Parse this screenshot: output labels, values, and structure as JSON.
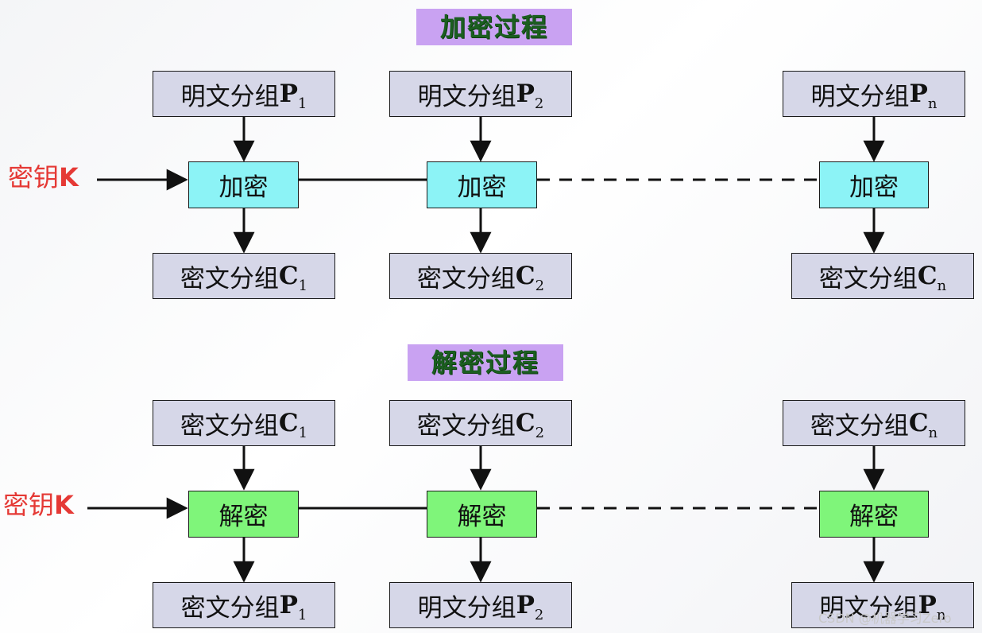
{
  "encryption": {
    "title": "加密过程",
    "key": {
      "label": "密钥",
      "letter": "K"
    },
    "inputs": [
      {
        "label": "明文分组",
        "letter": "P",
        "sub": "1"
      },
      {
        "label": "明文分组",
        "letter": "P",
        "sub": "2"
      },
      {
        "label": "明文分组",
        "letter": "P",
        "sub": "n"
      }
    ],
    "ops": [
      "加密",
      "加密",
      "加密"
    ],
    "outputs": [
      {
        "label": "密文分组",
        "letter": "C",
        "sub": "1"
      },
      {
        "label": "密文分组",
        "letter": "C",
        "sub": "2"
      },
      {
        "label": "密文分组",
        "letter": "C",
        "sub": "n"
      }
    ]
  },
  "decryption": {
    "title": "解密过程",
    "key": {
      "label": "密钥",
      "letter": "K"
    },
    "inputs": [
      {
        "label": "密文分组",
        "letter": "C",
        "sub": "1"
      },
      {
        "label": "密文分组",
        "letter": "C",
        "sub": "2"
      },
      {
        "label": "密文分组",
        "letter": "C",
        "sub": "n"
      }
    ],
    "ops": [
      "解密",
      "解密",
      "解密"
    ],
    "outputs": [
      {
        "label": "密文分组",
        "letter": "P",
        "sub": "1"
      },
      {
        "label": "明文分组",
        "letter": "P",
        "sub": "2"
      },
      {
        "label": "明文分组",
        "letter": "P",
        "sub": "n"
      }
    ]
  },
  "watermark": "CSDN @机器学习Zero",
  "colors": {
    "title_bg": "#c9a2f2",
    "title_text": "#1b5e20",
    "data_box": "#d6d7e8",
    "encrypt_box": "#8cf3f6",
    "decrypt_box": "#7ff57a",
    "key_text": "#e53935"
  }
}
